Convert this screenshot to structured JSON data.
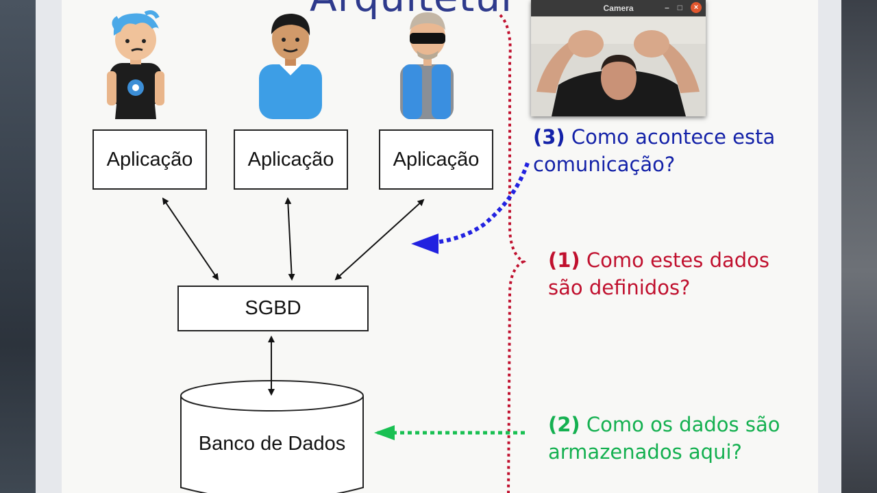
{
  "slide": {
    "title_fragment": "Arquitetur",
    "apps": [
      {
        "label": "Aplicação"
      },
      {
        "label": "Aplicação"
      },
      {
        "label": "Aplicação"
      }
    ],
    "sgbd_label": "SGBD",
    "db_label": "Banco de Dados",
    "questions": {
      "q3_num": "(3)",
      "q3_line1": " Como acontece esta",
      "q3_line2": "comunicação?",
      "q1_num": "(1)",
      "q1_line1": " Como estes dados",
      "q1_line2": "são definidos?",
      "q2_num": "(2)",
      "q2_line1": " Como os dados são",
      "q2_line2": "armazenados aqui?"
    }
  },
  "camera_window": {
    "title": "Camera",
    "minimize": "–",
    "maximize": "□",
    "close": "×"
  },
  "colors": {
    "q3": "#1422a8",
    "q1": "#c0102e",
    "q2": "#14b050",
    "title": "#2e3a8c"
  }
}
